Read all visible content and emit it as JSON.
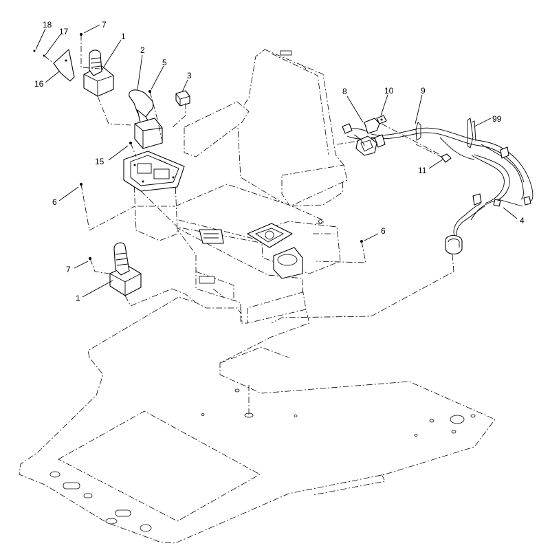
{
  "diagram": {
    "callouts": {
      "c18": "18",
      "c17": "17",
      "c7_top": "7",
      "c1_top": "1",
      "c16": "16",
      "c2": "2",
      "c5": "5",
      "c3": "3",
      "c15": "15",
      "c6_left": "6",
      "c7_left": "7",
      "c1_left": "1",
      "c8": "8",
      "c10": "10",
      "c9": "9",
      "c99": "99",
      "c11": "11",
      "c4": "4",
      "c6_right": "6"
    }
  }
}
